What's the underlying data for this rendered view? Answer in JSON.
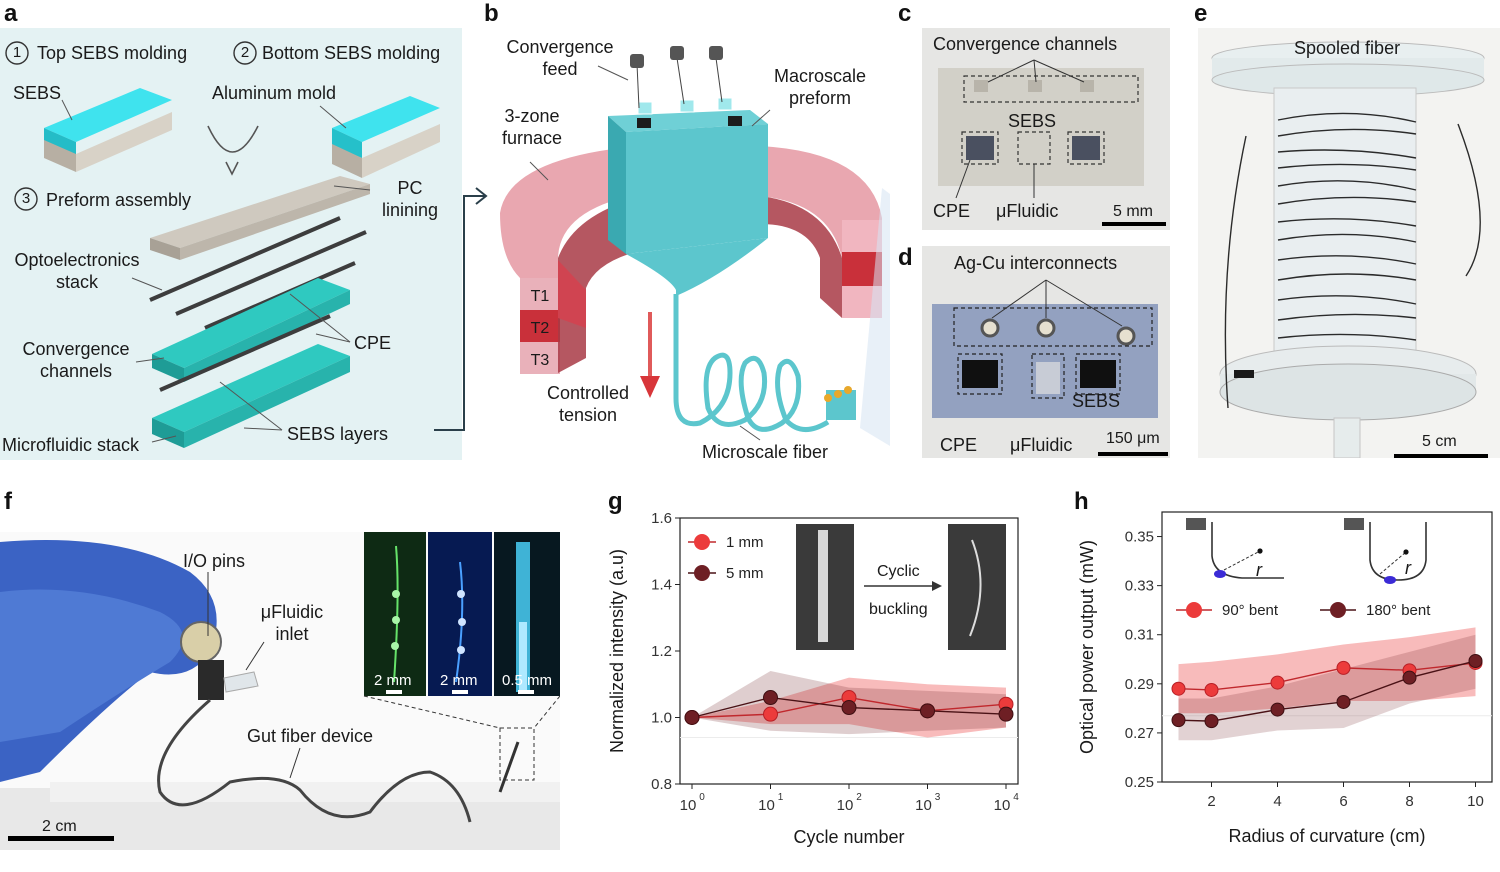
{
  "panels": {
    "a": {
      "label": "a",
      "step1": "1",
      "step1_text": "Top SEBS molding",
      "step2": "2",
      "step2_text": "Bottom SEBS  molding",
      "step3": "3",
      "step3_text": "Preform assembly",
      "sebs": "SEBS",
      "aluminum_mold": "Aluminum mold",
      "pc_lining_1": "PC",
      "pc_lining_2": "linining",
      "opto_1": "Optoelectronics",
      "opto_2": "stack",
      "conv_1": "Convergence",
      "conv_2": "channels",
      "cpe": "CPE",
      "micro": "Microfluidic stack",
      "sebs_layers": "SEBS layers"
    },
    "b": {
      "label": "b",
      "feed_1": "Convergence",
      "feed_2": "feed",
      "preform_1": "Macroscale",
      "preform_2": "preform",
      "furnace_1": "3-zone",
      "furnace_2": "furnace",
      "t1": "T1",
      "t2": "T2",
      "t3": "T3",
      "tension_1": "Controlled",
      "tension_2": "tension",
      "fiber": "Microscale fiber"
    },
    "c": {
      "label": "c",
      "title": "Convergence channels",
      "sebs": "SEBS",
      "cpe": "CPE",
      "fluidic": "μFluidic",
      "scale": "5 mm"
    },
    "d": {
      "label": "d",
      "title": "Ag-Cu interconnects",
      "sebs": "SEBS",
      "cpe": "CPE",
      "fluidic": "μFluidic",
      "scale": "150 μm"
    },
    "e": {
      "label": "e",
      "title": "Spooled fiber",
      "scale": "5 cm"
    },
    "f": {
      "label": "f",
      "io": "I/O pins",
      "inlet_1": "μFluidic",
      "inlet_2": "inlet",
      "device": "Gut fiber device",
      "scale": "2 cm",
      "inset_scale_1": "2 mm",
      "inset_scale_2": "2 mm",
      "inset_scale_3": "0.5 mm"
    },
    "g": {
      "label": "g",
      "inset_text_1": "Cyclic",
      "inset_text_2": "buckling"
    },
    "h": {
      "label": "h",
      "r_label_1": "r",
      "r_label_2": "r"
    }
  },
  "colors": {
    "cyan": "#3fd9e3",
    "teal": "#2fb7b2",
    "furnace_pink": "#e9a7b0",
    "furnace_red": "#c9303a",
    "series_light": "#ec3b3b",
    "series_dark": "#6e1f24"
  },
  "chart_data": [
    {
      "id": "g",
      "type": "line",
      "xlabel": "Cycle number",
      "ylabel": "Normalized intensity (a.u)",
      "xscale": "log",
      "x": [
        1,
        10,
        100,
        1000,
        10000
      ],
      "x_tick_labels": [
        "10",
        "10",
        "10",
        "10",
        "10"
      ],
      "x_tick_exponents": [
        "0",
        "1",
        "2",
        "3",
        "4"
      ],
      "ylim": [
        0.8,
        1.6
      ],
      "y_ticks": [
        "0.8",
        "1.0",
        "1.2",
        "1.4",
        "1.6"
      ],
      "legend_position": "top-left",
      "series": [
        {
          "name": "1 mm",
          "color": "#ec3b3b",
          "values": [
            1.0,
            1.01,
            1.06,
            1.02,
            1.04
          ],
          "band_low": [
            1.0,
            0.98,
            0.98,
            0.94,
            0.97
          ],
          "band_high": [
            1.0,
            1.05,
            1.12,
            1.1,
            1.09
          ]
        },
        {
          "name": "5 mm",
          "color": "#6e1f24",
          "values": [
            1.0,
            1.06,
            1.03,
            1.02,
            1.01
          ],
          "band_low": [
            1.0,
            0.96,
            0.95,
            0.96,
            0.97
          ],
          "band_high": [
            1.0,
            1.14,
            1.09,
            1.08,
            1.07
          ]
        }
      ]
    },
    {
      "id": "h",
      "type": "line",
      "xlabel": "Radius of curvature (cm)",
      "ylabel": "Optical power output (mW)",
      "x": [
        1,
        2,
        4,
        6,
        8,
        10
      ],
      "x_ticks": [
        "2",
        "4",
        "6",
        "8",
        "10"
      ],
      "xlim": [
        0.5,
        10.5
      ],
      "ylim": [
        0.25,
        0.36
      ],
      "y_ticks": [
        "0.25",
        "0.27",
        "0.29",
        "0.31",
        "0.33",
        "0.35"
      ],
      "legend_position": "top-left",
      "series": [
        {
          "name": "90° bent",
          "color": "#ec3b3b",
          "values": [
            0.288,
            0.2875,
            0.2905,
            0.2965,
            0.2955,
            0.2985
          ],
          "band_low": [
            0.278,
            0.278,
            0.28,
            0.283,
            0.283,
            0.285
          ],
          "band_high": [
            0.298,
            0.299,
            0.302,
            0.306,
            0.309,
            0.313
          ]
        },
        {
          "name": "180° bent",
          "color": "#6e1f24",
          "values": [
            0.2752,
            0.2748,
            0.2795,
            0.2826,
            0.2925,
            0.2993
          ],
          "band_low": [
            0.267,
            0.267,
            0.271,
            0.272,
            0.282,
            0.288
          ],
          "band_high": [
            0.284,
            0.284,
            0.289,
            0.296,
            0.303,
            0.31
          ]
        }
      ]
    }
  ]
}
